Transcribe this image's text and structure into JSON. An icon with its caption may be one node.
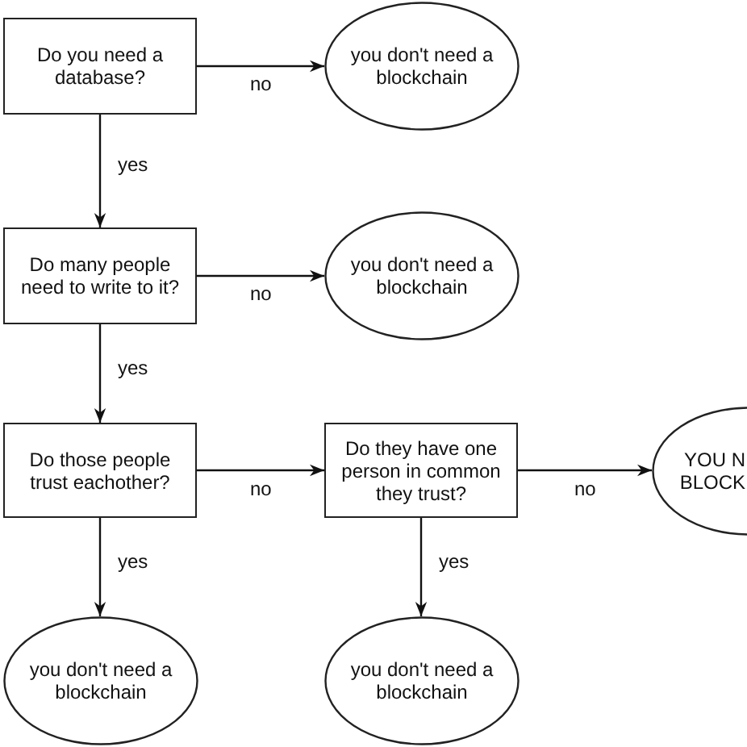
{
  "diagram": {
    "nodes": [
      {
        "text": [
          "Do you need a database?"
        ]
      },
      {
        "text": [
          "you don't need a blockchain"
        ]
      },
      {
        "text": [
          "Do many people need to write to it?"
        ]
      },
      {
        "text": [
          "you don't need a blockchain"
        ]
      },
      {
        "text": [
          "Do those people trust eachother?"
        ]
      },
      {
        "text": [
          "Do they have one person in common they trust?"
        ]
      },
      {
        "text": [
          "YOU N BLOCK"
        ]
      },
      {
        "text": [
          "you don't need a blockchain"
        ]
      },
      {
        "text": [
          "you don't need a blockchain"
        ]
      }
    ],
    "edges": [
      {
        "from": 0,
        "to": 1,
        "arrow": "to",
        "label": "no"
      },
      {
        "from": 0,
        "to": 2,
        "arrow": "to",
        "label": "yes"
      },
      {
        "from": 2,
        "to": 3,
        "arrow": "to",
        "label": "no"
      },
      {
        "from": 2,
        "to": 4,
        "arrow": "to",
        "label": "yes"
      },
      {
        "from": 4,
        "to": 5,
        "arrow": "to",
        "label": "no"
      },
      {
        "from": 5,
        "to": 6,
        "arrow": "to",
        "label": "no"
      },
      {
        "from": 4,
        "to": 7,
        "arrow": "to",
        "label": "yes"
      },
      {
        "from": 5,
        "to": 8,
        "arrow": "to",
        "label": "yes"
      }
    ]
  }
}
